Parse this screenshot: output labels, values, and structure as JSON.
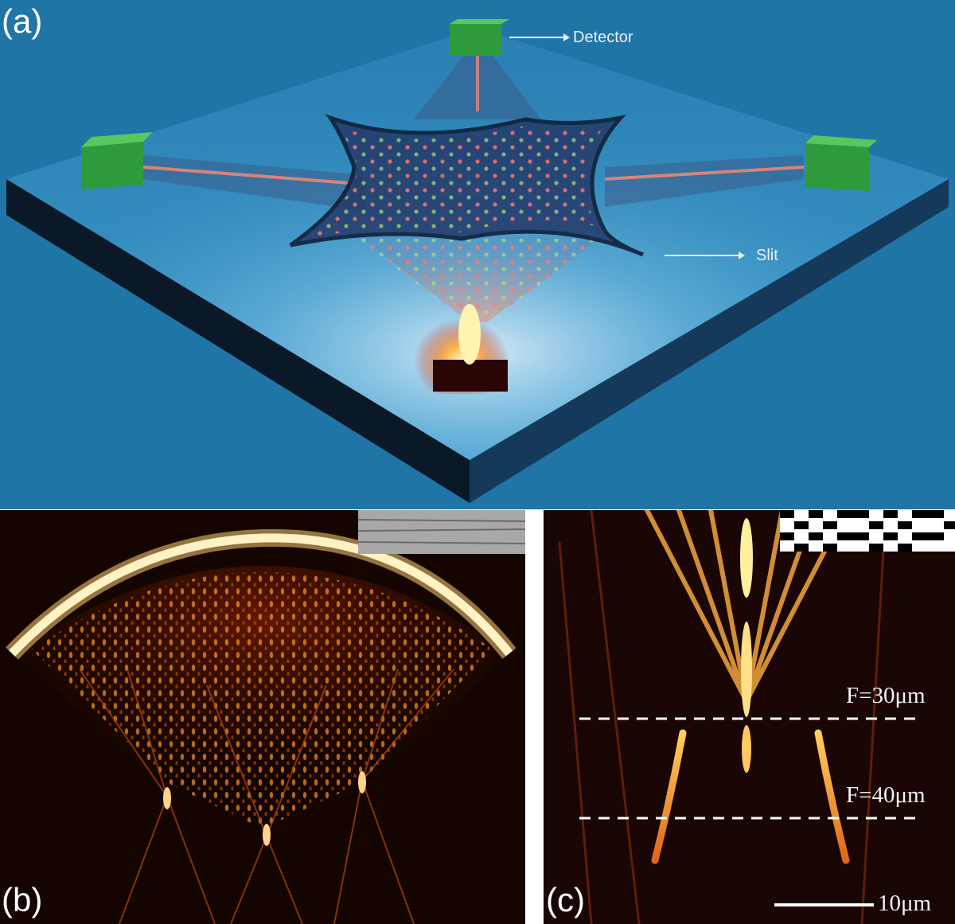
{
  "panels": {
    "a": {
      "letter": "(a)",
      "detector_label": "Detector",
      "slit_label": "Slit"
    },
    "b": {
      "letter": "(b)"
    },
    "c": {
      "letter": "(c)",
      "focus_1_label": "F=30μm",
      "focus_2_label": "F=40μm",
      "scale_bar_label": "10μm"
    }
  },
  "colors": {
    "background_blue": "#1f76a6",
    "chip_top": "#2d8cc0",
    "chip_side": "#0b1f33",
    "detector_green": "#2f9a3c",
    "hot_glow": "#ffd27a",
    "field_dark": "#140500"
  },
  "icons": [
    "detector-block",
    "light-source-block",
    "arrow-icon"
  ]
}
